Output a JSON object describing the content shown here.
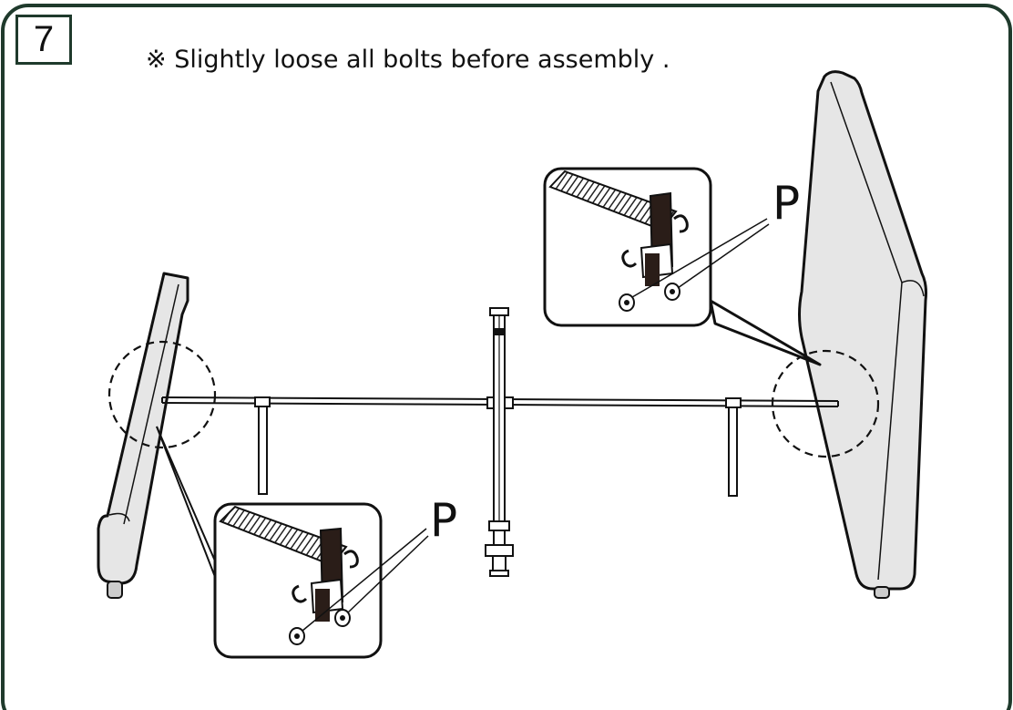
{
  "step": {
    "number": "7"
  },
  "note": {
    "text": "※ Slightly loose all bolts before assembly ."
  },
  "detail_callouts": [
    {
      "part_label": "P"
    },
    {
      "part_label": "P"
    }
  ],
  "colors": {
    "frame_border": "#1f3a2c",
    "headboard_fill": "#e6e6e6",
    "outline": "#111111",
    "bracket_dark": "#2a1d18"
  }
}
